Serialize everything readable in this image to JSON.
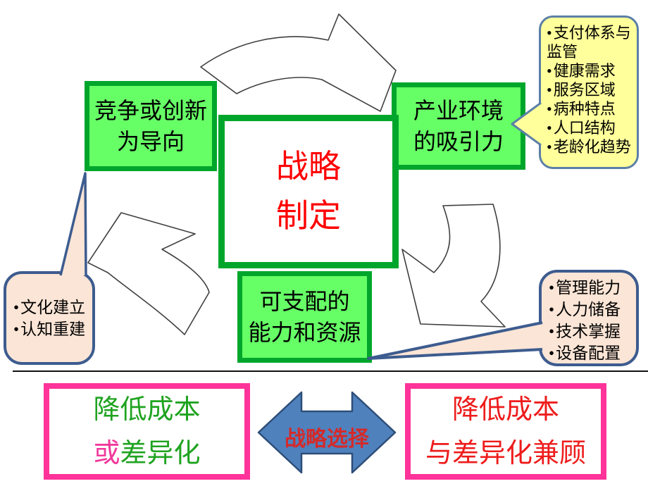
{
  "colors": {
    "box_fill_green": "#66FF66",
    "box_border_green": "#00A62B",
    "center_text_red": "#FF0000",
    "callout_yellow_fill": "#FFFF9B",
    "callout_yellow_border": "#5B7FA7",
    "callout_peach_fill": "#FBE5D6",
    "callout_peach_border": "#3D5C8F",
    "choice_border_magenta": "#FF3399",
    "choice_left_text_green": "#1FA320",
    "choice_left_highlight_pink": "#F0399B",
    "choice_right_text_red": "#EE1C1C",
    "strategy_arrow_blue": "#4F81BD"
  },
  "cycle": {
    "center_box": {
      "lines": [
        "战略",
        "制定"
      ]
    },
    "competition_box": {
      "lines": [
        "竞争或创新",
        "为导向"
      ]
    },
    "industry_box": {
      "lines": [
        "产业环境",
        "的吸引力"
      ]
    },
    "resources_box": {
      "lines": [
        "可支配的",
        "能力和资源"
      ]
    }
  },
  "callouts": {
    "industry_factors": {
      "items": [
        "支付体系与监管",
        "健康需求",
        "服务区域",
        "病种特点",
        "人口结构",
        "老龄化趋势"
      ]
    },
    "culture": {
      "items": [
        "文化建立",
        "认知重建"
      ]
    },
    "capabilities": {
      "items": [
        "管理能力",
        "人力储备",
        "技术掌握",
        "设备配置"
      ]
    }
  },
  "strategy_choice": {
    "left_box": {
      "line1": "降低成本",
      "line2_highlight": "或",
      "line2_rest": "差异化"
    },
    "arrow_label": "战略选择",
    "right_box": {
      "line1": "降低成本",
      "line2": "与差异化兼顾"
    }
  }
}
